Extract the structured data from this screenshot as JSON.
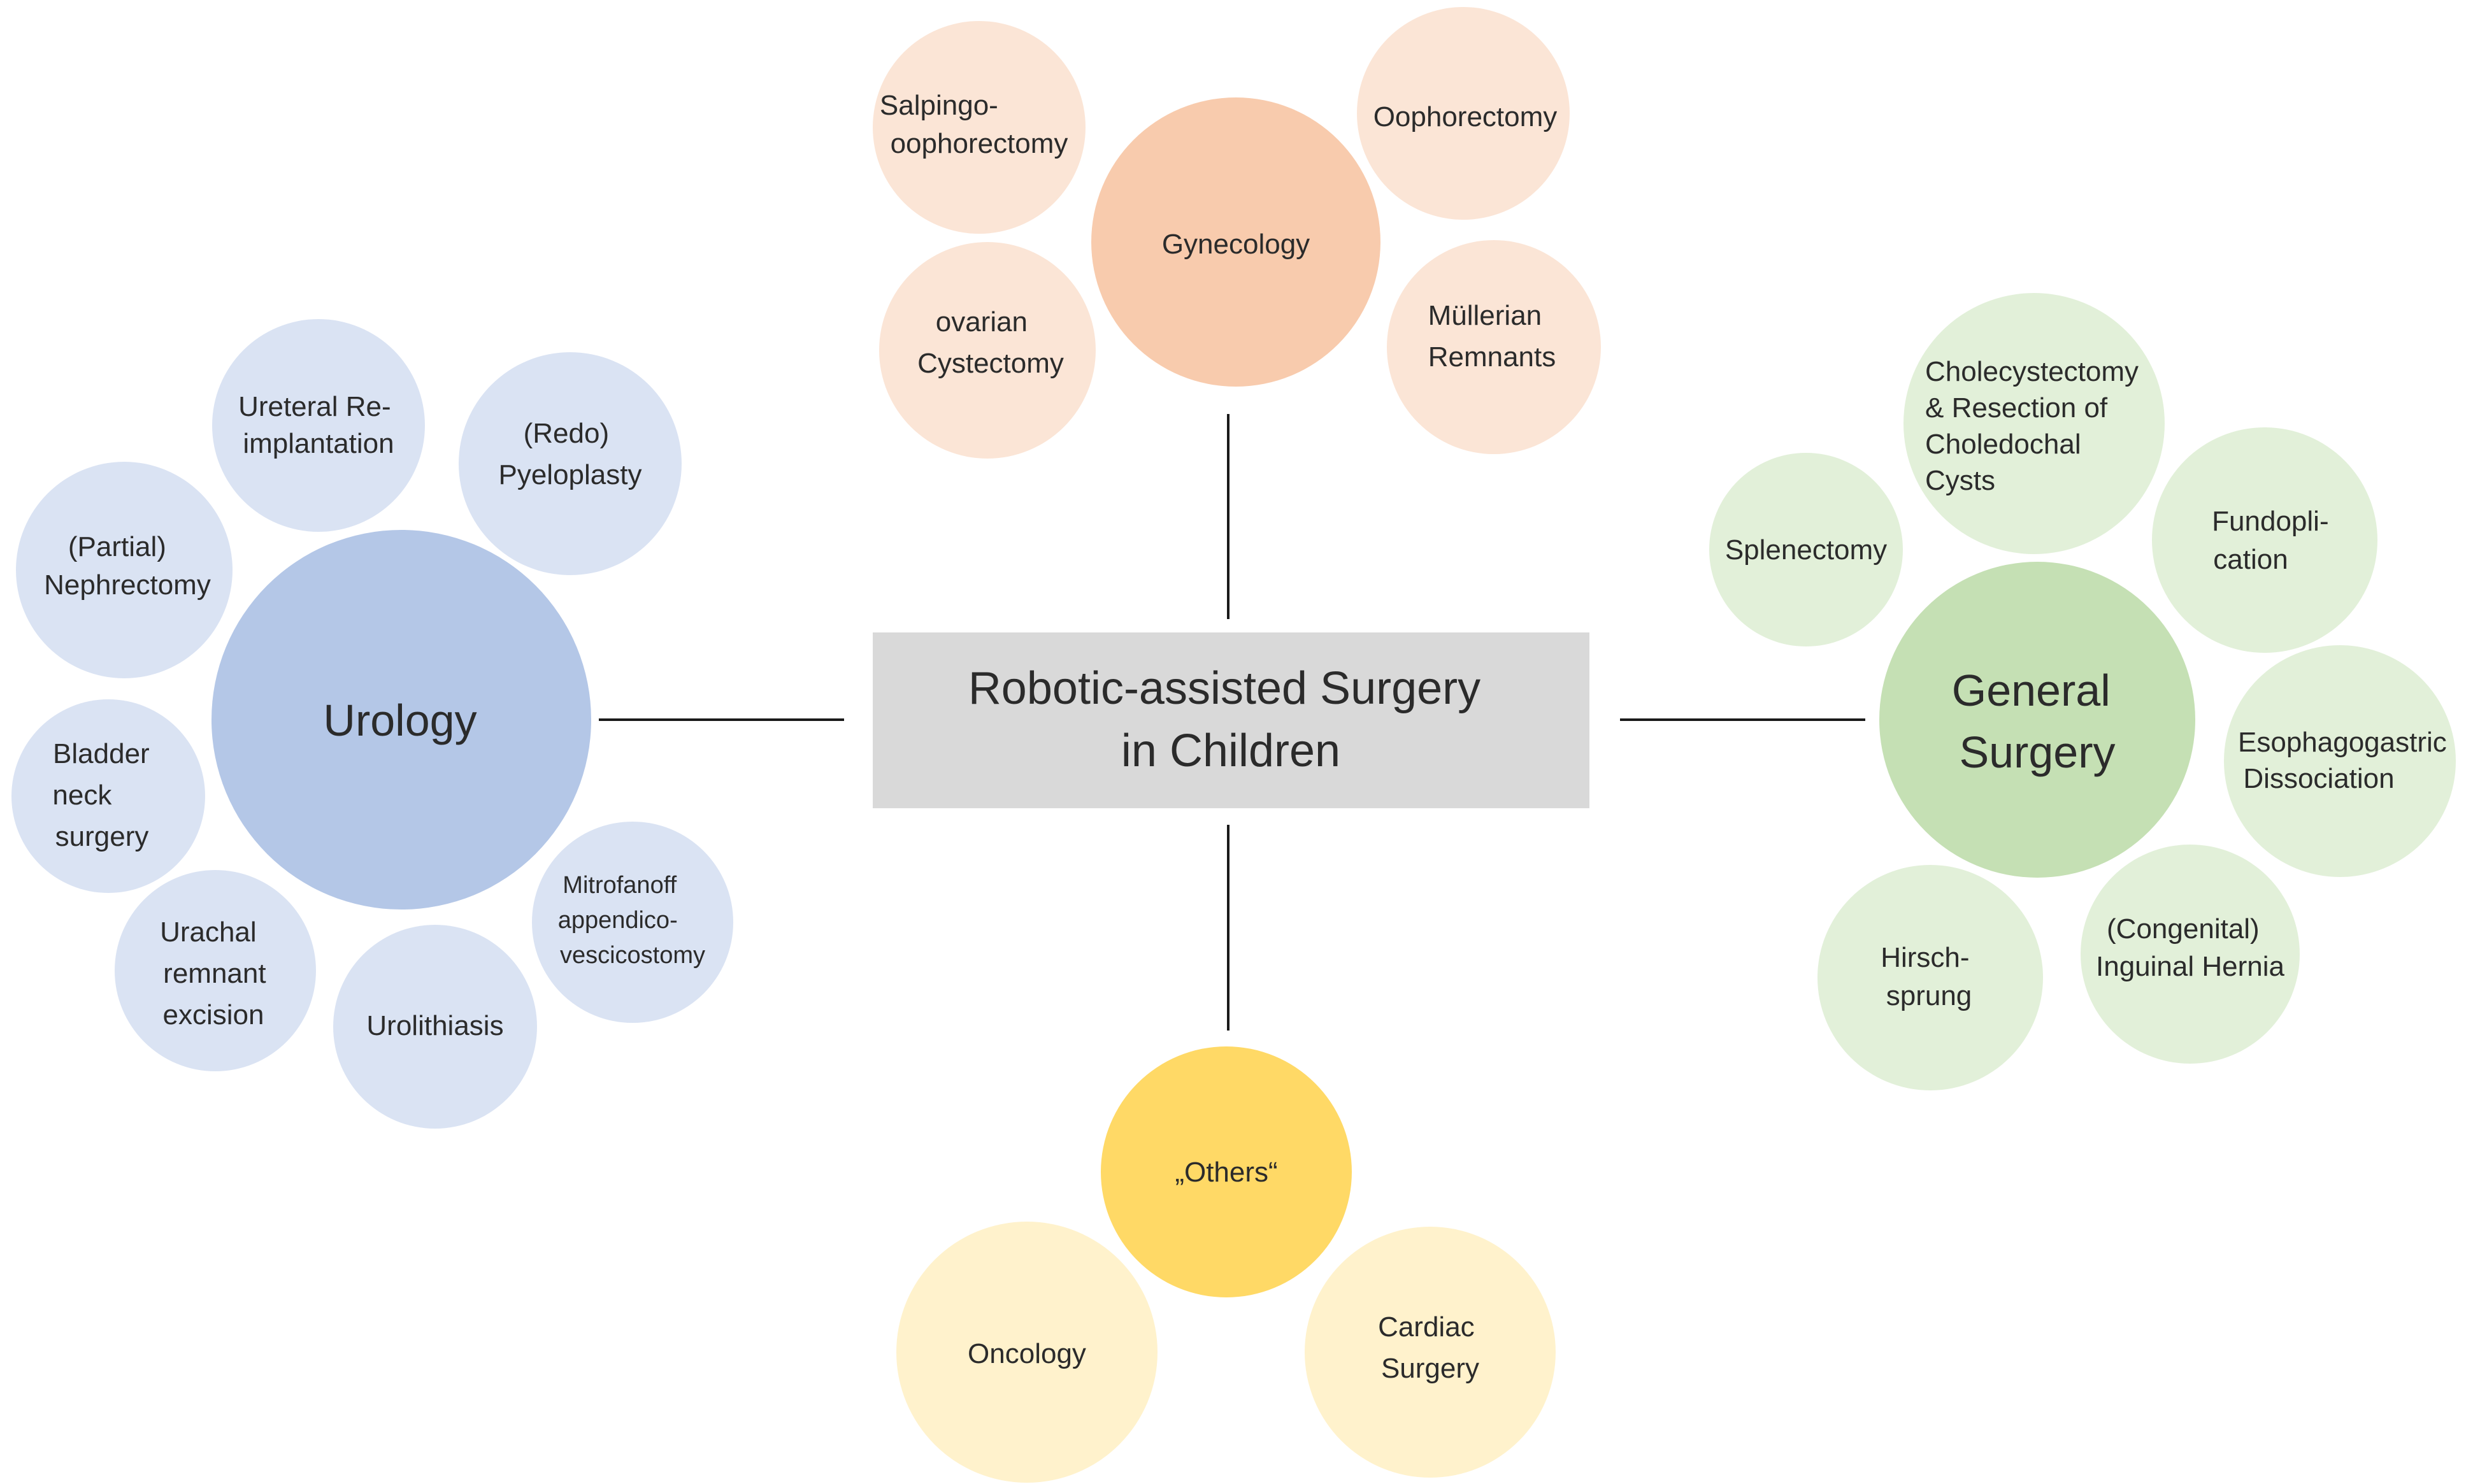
{
  "center": {
    "lines": [
      "Robotic-assisted Surgery",
      "in Children"
    ]
  },
  "colors": {
    "center_box": "#d9d9d9",
    "urology_main": "#b4c7e7",
    "urology_sub": "#dae3f3",
    "gynecology_main": "#f8cbad",
    "gynecology_sub": "#fbe5d6",
    "general_main": "#c5e0b4",
    "general_sub": "#e2f0d9",
    "others_main": "#ffd966",
    "others_sub": "#fff2cc",
    "line": "#1a1a1a",
    "text": "#2b2b2b"
  },
  "groups": {
    "urology": {
      "label": "Urology",
      "items": [
        {
          "lines": [
            "Ureteral Re-",
            "implantation"
          ]
        },
        {
          "lines": [
            "(Redo)",
            "Pyeloplasty"
          ]
        },
        {
          "lines": [
            "(Partial)",
            "Nephrectomy"
          ]
        },
        {
          "lines": [
            "Bladder",
            "neck",
            "surgery"
          ]
        },
        {
          "lines": [
            "Urachal",
            "remnant",
            "excision"
          ]
        },
        {
          "lines": [
            "Urolithiasis"
          ]
        },
        {
          "lines": [
            "Mitrofanoff",
            "appendico-",
            "vescicostomy"
          ]
        }
      ]
    },
    "gynecology": {
      "label": "Gynecology",
      "items": [
        {
          "lines": [
            "Salpingo-",
            "oophorectomy"
          ]
        },
        {
          "lines": [
            "Oophorectomy"
          ]
        },
        {
          "lines": [
            "ovarian",
            "Cystectomy"
          ]
        },
        {
          "lines": [
            "Müllerian",
            "Remnants"
          ]
        }
      ]
    },
    "general_surgery": {
      "label_lines": [
        "General",
        "Surgery"
      ],
      "items": [
        {
          "lines": [
            "Cholecystectomy",
            "& Resection of",
            "Choledochal",
            "Cysts"
          ]
        },
        {
          "lines": [
            "Splenectomy"
          ]
        },
        {
          "lines": [
            "Fundopli-",
            "cation"
          ]
        },
        {
          "lines": [
            "Esophagogastric",
            "Dissociation"
          ]
        },
        {
          "lines": [
            "(Congenital)",
            "Inguinal Hernia"
          ]
        },
        {
          "lines": [
            "Hirsch-",
            "sprung"
          ]
        }
      ]
    },
    "others": {
      "label": "„Others“",
      "items": [
        {
          "lines": [
            "Oncology"
          ]
        },
        {
          "lines": [
            "Cardiac",
            "Surgery"
          ]
        }
      ]
    }
  }
}
